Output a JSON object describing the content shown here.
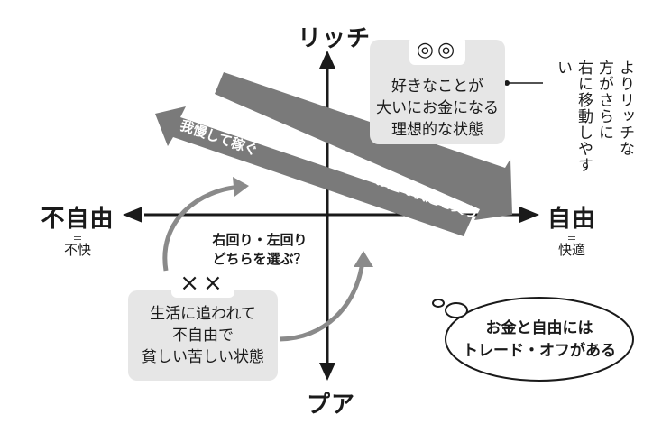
{
  "axes": {
    "top": "リッチ",
    "bottom": "プア",
    "left": "不自由",
    "left_eq": "＝",
    "left_sub": "不快",
    "right": "自由",
    "right_eq": "＝",
    "right_sub": "快適"
  },
  "arrows": {
    "upper": "我慢して稼ぐ",
    "lower": "お金で快適を買う"
  },
  "center_question": [
    "右回り・左回り",
    "どちらを選ぶ？"
  ],
  "top_box": {
    "mark": "◎◎",
    "lines": [
      "好きなことが",
      "大いにお金になる",
      "理想的な状態"
    ]
  },
  "side_note": [
    "よりリッチな",
    "方がさらに",
    "右に移動しやすい"
  ],
  "bottom_box": {
    "mark": "××",
    "lines": [
      "生活に追われて",
      "不自由で",
      "貧しい苦しい状態"
    ]
  },
  "bubble": [
    "お金と自由には",
    "トレード・オフがある"
  ],
  "colors": {
    "band": "#7a7a7a",
    "box": "#e6e6e6",
    "axis": "#1a1a1a",
    "curve": "#8a8a8a"
  }
}
